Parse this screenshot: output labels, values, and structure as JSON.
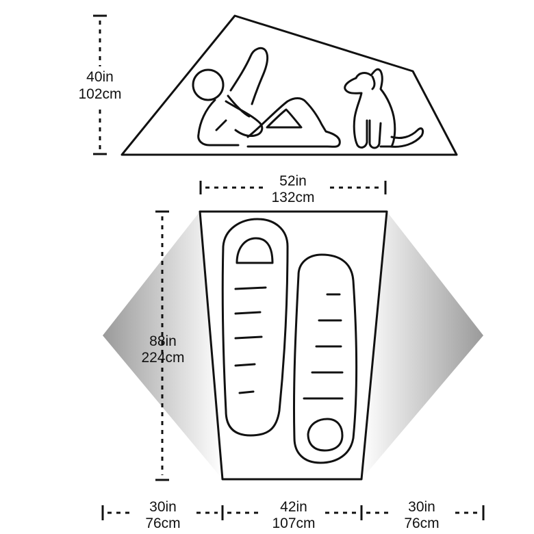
{
  "side_view": {
    "height_in": "40in",
    "height_cm": "102cm"
  },
  "floor_plan": {
    "top_width_in": "52in",
    "top_width_cm": "132cm",
    "length_in": "88in",
    "length_cm": "224cm",
    "left_vestibule_in": "30in",
    "left_vestibule_cm": "76cm",
    "bottom_width_in": "42in",
    "bottom_width_cm": "107cm",
    "right_vestibule_in": "30in",
    "right_vestibule_cm": "76cm"
  },
  "colors": {
    "line": "#111111",
    "vestibule_gradient_dark": "#9a9a9a",
    "vestibule_gradient_light": "#ffffff"
  }
}
